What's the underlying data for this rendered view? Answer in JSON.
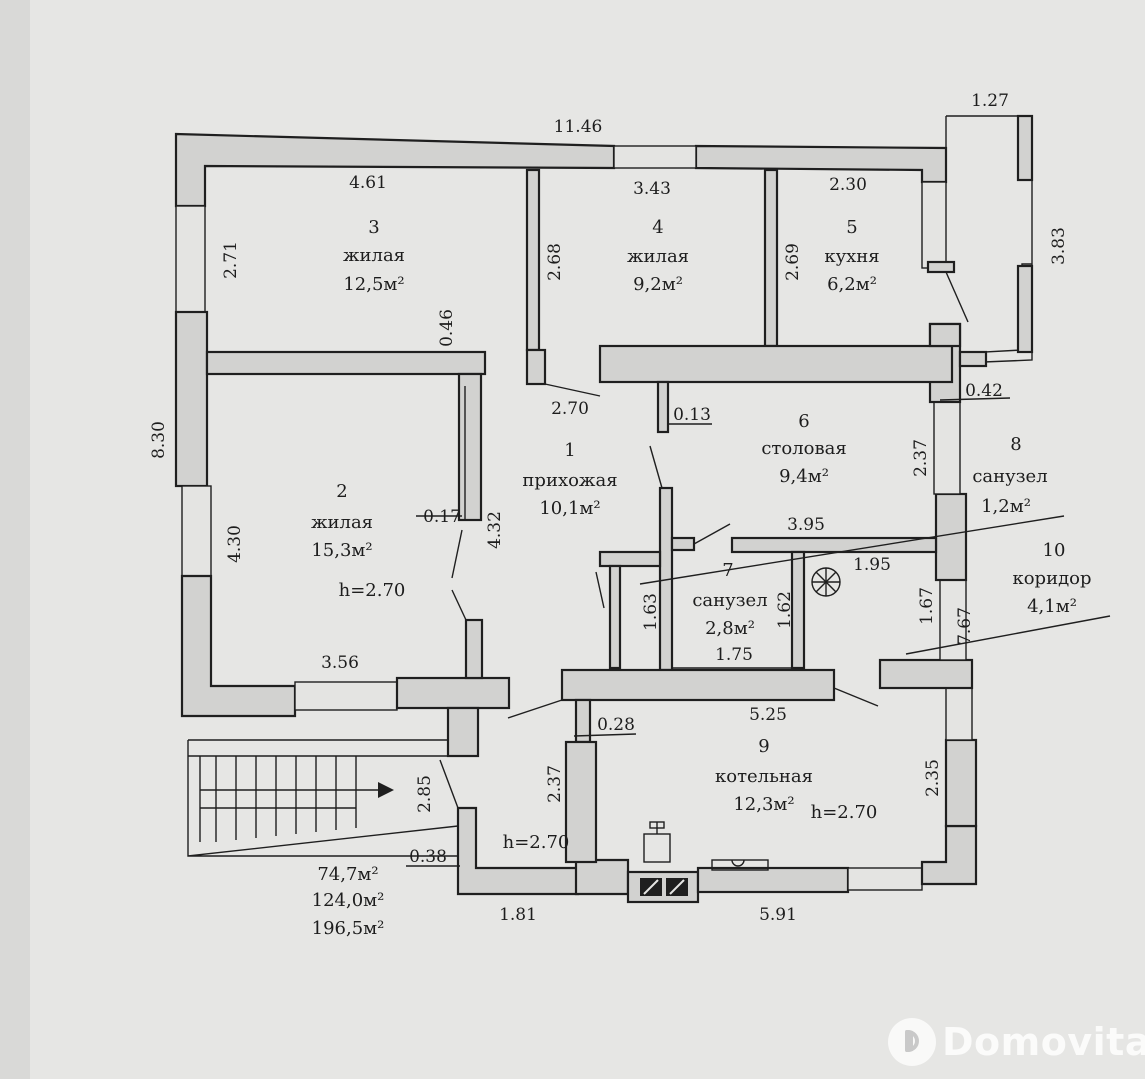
{
  "rooms": [
    {
      "number": "1",
      "name": "прихожая",
      "area": "10,1м²"
    },
    {
      "number": "2",
      "name": "жилая",
      "area": "15,3м²",
      "height": "h=2.70"
    },
    {
      "number": "3",
      "name": "жилая",
      "area": "12,5м²"
    },
    {
      "number": "4",
      "name": "жилая",
      "area": "9,2м²"
    },
    {
      "number": "5",
      "name": "кухня",
      "area": "6,2м²"
    },
    {
      "number": "6",
      "name": "столовая",
      "area": "9,4м²"
    },
    {
      "number": "7",
      "name": "санузел",
      "area": "2,8м²"
    },
    {
      "number": "8",
      "name": "санузел",
      "area": "1,2м²"
    },
    {
      "number": "9",
      "name": "котельная",
      "area": "12,3м²",
      "height": "h=2.70"
    },
    {
      "number": "10",
      "name": "коридор",
      "area": "4,1м²"
    }
  ],
  "dimensions": {
    "top_total": "11.46",
    "veranda_width": "1.27",
    "veranda_length": "3.83",
    "left_total": "8.30",
    "room3_width": "4.61",
    "room3_depth": "2.71",
    "wall_046": "0.46",
    "room4_width": "3.43",
    "room4_depth": "2.68",
    "room5_width": "2.30",
    "room5_depth": "2.69",
    "hall_270": "2.70",
    "wall_013": "0.13",
    "wall_042": "0.42",
    "dining_depth": "2.37",
    "room2_depth": "4.30",
    "door_017": "0.17",
    "hall_depth": "4.32",
    "dining_width": "3.95",
    "dim_195": "1.95",
    "bath_depth_left": "1.63",
    "bath_depth_right": "1.62",
    "bath_width": "1.75",
    "corridor_depth": "1.67",
    "right_total": "7.67",
    "room2_width": "3.56",
    "wall_028": "0.28",
    "boiler_width": "5.25",
    "porch_depth": "2.85",
    "boiler_left_depth": "2.37",
    "boiler_right_depth": "2.35",
    "wall_038": "0.38",
    "porch_width": "1.81",
    "bottom_width": "5.91",
    "porch_height": "h=2.70"
  },
  "totals": [
    "74,7м²",
    "124,0м²",
    "196,5м²"
  ],
  "watermark": {
    "brand": "Domovita",
    "icon": "domovita-logo-icon"
  }
}
